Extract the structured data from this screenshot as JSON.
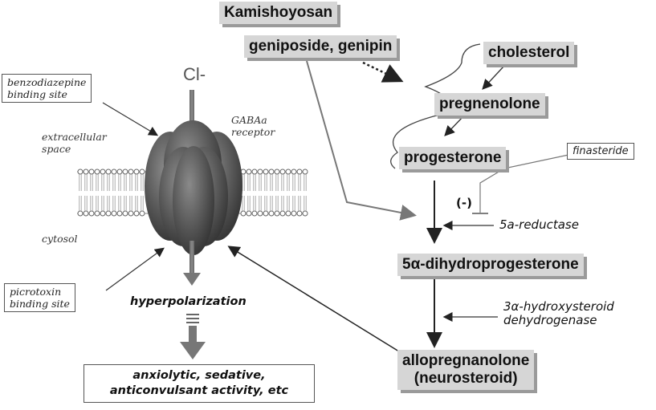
{
  "kamishoyosan": "Kamishoyosan",
  "geniposide": "geniposide, genipin",
  "cholesterol": "cholesterol",
  "pregnenolone": "pregnenolone",
  "progesterone": "progesterone",
  "dhp": "5α-dihydroprogesterone",
  "allopregnanolone_line1": "allopregnanolone",
  "allopregnanolone_line2": "(neurosteroid)",
  "finasteride": "finasteride",
  "inhibit_sign": "(-)",
  "reductase": "5a-reductase",
  "hsd_line1": "3α-hydroxysteroid",
  "hsd_line2": "dehydrogenase",
  "chloride": "Cl-",
  "benzo_line1": "benzodiazepine",
  "benzo_line2": "binding site",
  "gaba_line1": "GABAa",
  "gaba_line2": "receptor",
  "extracellular_line1": "extracellular",
  "extracellular_line2": "space",
  "cytosol": "cytosol",
  "picrotoxin_line1": "picrotoxin",
  "picrotoxin_line2": "binding site",
  "hyperpolarization": "hyperpolarization",
  "effects_line1": "anxiolytic, sedative,",
  "effects_line2": "anticonvulsant activity, etc",
  "colors": {
    "box_fill": "#d6d6d6",
    "box_shadow": "#9a9a9a",
    "receptor": "#555555",
    "arrow_gray": "#777777"
  }
}
